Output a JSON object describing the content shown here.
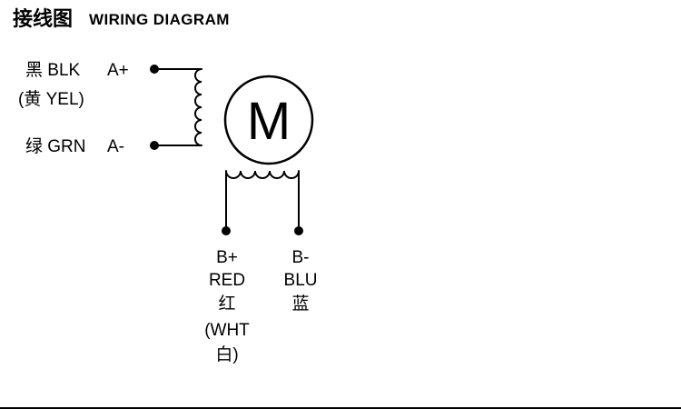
{
  "title": {
    "zh": "接线图",
    "en": "WIRING DIAGRAM"
  },
  "motor": {
    "label": "M"
  },
  "phase_a": {
    "plus_color": "黑 BLK",
    "plus_terminal": "A+",
    "alt_color": "(黄 YEL)",
    "minus_color": "绿 GRN",
    "minus_terminal": "A-"
  },
  "phase_b": {
    "plus": [
      "B+",
      "RED",
      "红",
      "(WHT",
      "白)"
    ],
    "minus": [
      "B-",
      "BLU",
      "蓝"
    ]
  },
  "colors": {
    "ink": "#000000",
    "background": "#ffffff"
  }
}
